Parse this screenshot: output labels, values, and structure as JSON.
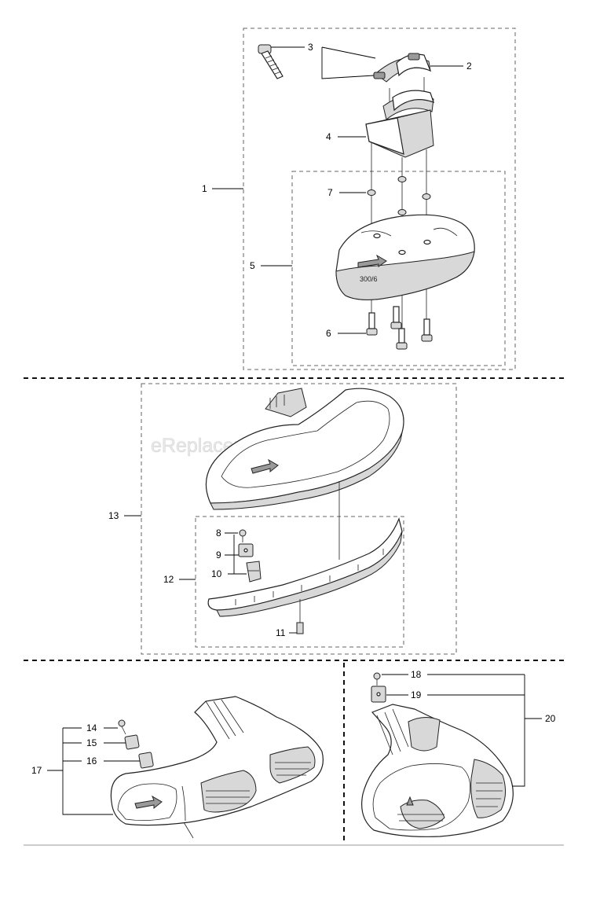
{
  "watermark": "eReplacementParts.com",
  "model_stamp": "300/6",
  "callouts": {
    "c1": "1",
    "c2": "2",
    "c3": "3",
    "c4": "4",
    "c5": "5",
    "c6": "6",
    "c7": "7",
    "c8": "8",
    "c9": "9",
    "c10": "10",
    "c11": "11",
    "c12": "12",
    "c13": "13",
    "c14": "14",
    "c15": "15",
    "c16": "16",
    "c17": "17",
    "c18": "18",
    "c19": "19",
    "c20": "20"
  }
}
